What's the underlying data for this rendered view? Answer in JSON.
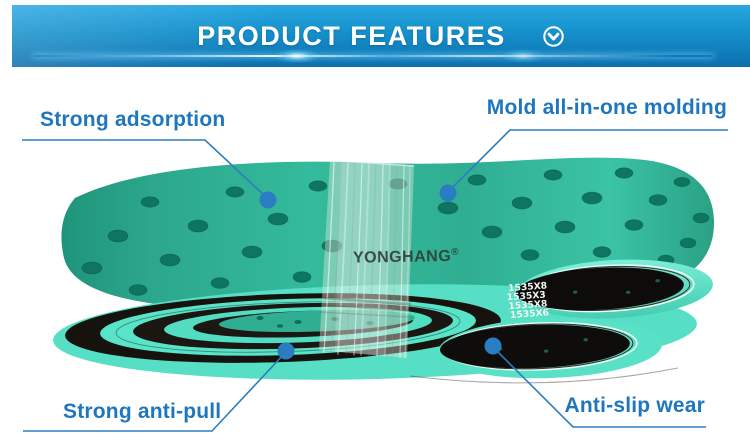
{
  "header": {
    "title": "PRODUCT FEATURES",
    "icon": "chevron-down-circle"
  },
  "callouts": {
    "top_left": "Strong adsorption",
    "top_right": "Mold all-in-one molding",
    "bottom_left": "Strong anti-pull",
    "bottom_right": "Anti-slip wear"
  },
  "product": {
    "brand": "YONGHANG",
    "brand_mark": "®",
    "markings": [
      "1535X8",
      "1535X3",
      "1535X8",
      "1535X6"
    ]
  },
  "colors": {
    "banner_top": "#28a7e1",
    "banner_bottom": "#0d6fae",
    "label_blue": "#1e77be",
    "leader_blue": "#2b7dc1",
    "belt_green": "#2fae92",
    "belt_mint": "#56dfc5",
    "belt_hole": "#0d7560",
    "belt_black": "#14110e"
  }
}
